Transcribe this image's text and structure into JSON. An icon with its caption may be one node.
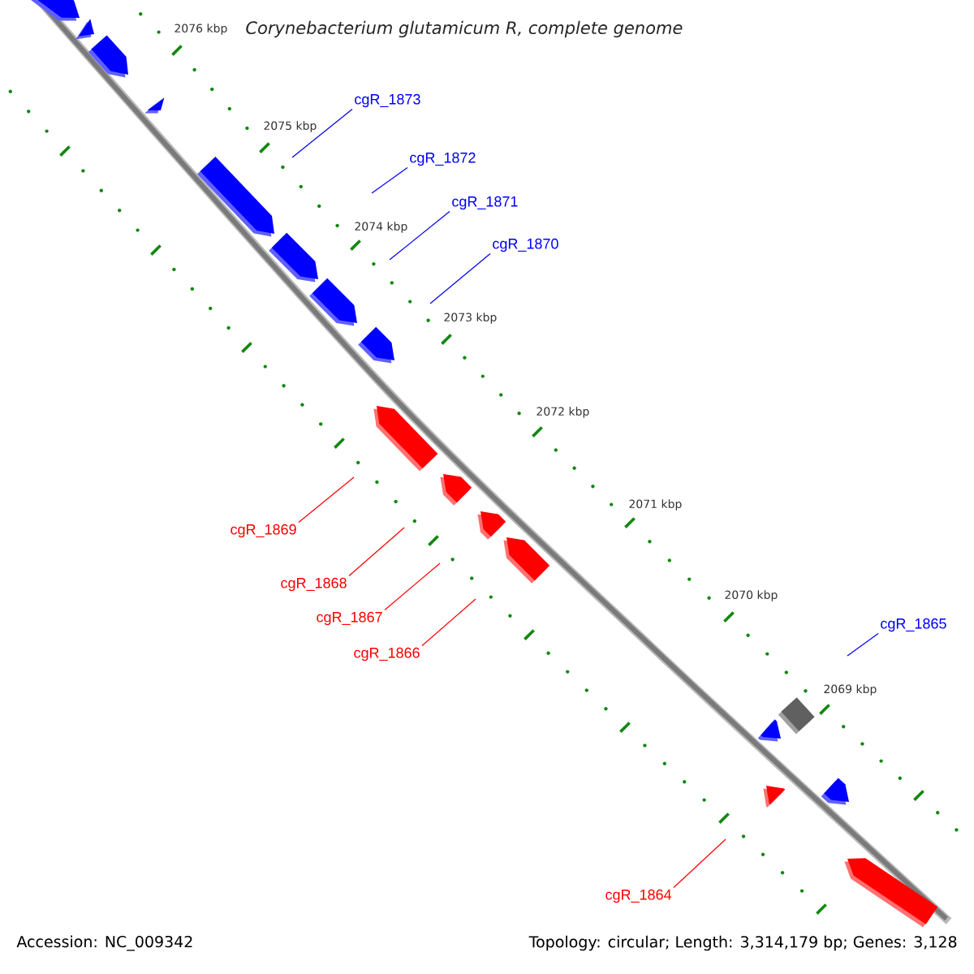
{
  "diagram": {
    "title": "Corynebacterium glutamicum R, complete genome",
    "nodes": [
      {
        "text": [
          "cgR_1873"
        ]
      },
      {
        "text": [
          "cgR_1872"
        ]
      },
      {
        "text": [
          "cgR_1871"
        ]
      },
      {
        "text": [
          "cgR_1870"
        ]
      },
      {
        "text": [
          "cgR_1869"
        ]
      },
      {
        "text": [
          "cgR_1868"
        ]
      },
      {
        "text": [
          "cgR_1867"
        ]
      },
      {
        "text": [
          "cgR_1866"
        ]
      },
      {
        "text": [
          "cgR_1865"
        ]
      },
      {
        "text": [
          "cgR_1864"
        ]
      }
    ],
    "edges": [
      {
        "from": 0,
        "to": null,
        "arrow": "none",
        "color": "#0000ff"
      },
      {
        "from": 1,
        "to": null,
        "arrow": "none",
        "color": "#0000ff"
      },
      {
        "from": 2,
        "to": null,
        "arrow": "none",
        "color": "#0000ff"
      },
      {
        "from": 3,
        "to": null,
        "arrow": "none",
        "color": "#0000ff"
      },
      {
        "from": 4,
        "to": null,
        "arrow": "none",
        "color": "#ff0000"
      },
      {
        "from": 5,
        "to": null,
        "arrow": "none",
        "color": "#ff0000"
      },
      {
        "from": 6,
        "to": null,
        "arrow": "none",
        "color": "#ff0000"
      },
      {
        "from": 7,
        "to": null,
        "arrow": "none",
        "color": "#ff0000"
      },
      {
        "from": 8,
        "to": null,
        "arrow": "none",
        "color": "#0000ff"
      },
      {
        "from": 9,
        "to": null,
        "arrow": "none",
        "color": "#ff0000"
      }
    ],
    "labels": [
      "2076 kbp",
      "2075 kbp",
      "2074 kbp",
      "2073 kbp",
      "2072 kbp",
      "2071 kbp",
      "2070 kbp",
      "2069 kbp",
      "Accession: NC_009342",
      "Topology: circular; Length: 3,314,179 bp; Genes: 3,128"
    ]
  }
}
